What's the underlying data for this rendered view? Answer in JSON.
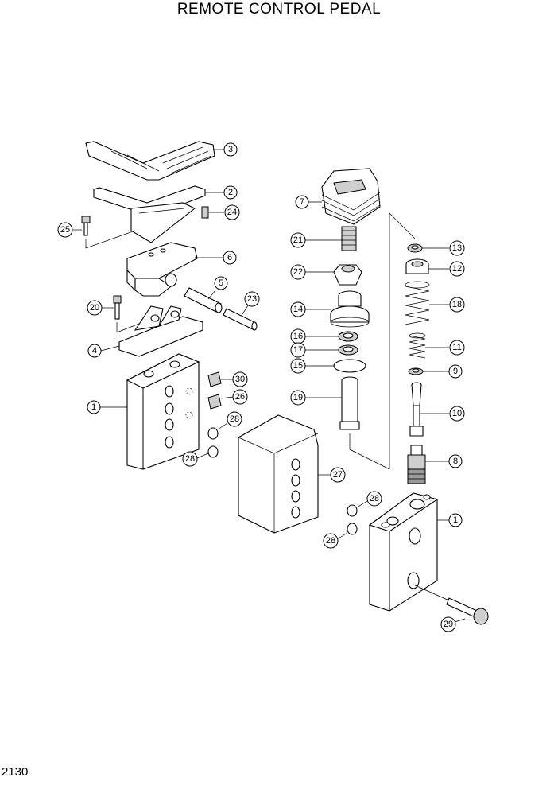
{
  "title": "REMOTE CONTROL PEDAL",
  "page_number": "2130",
  "callouts": [
    "3",
    "2",
    "24",
    "25",
    "6",
    "5",
    "23",
    "20",
    "4",
    "1",
    "30",
    "26",
    "28",
    "28",
    "27",
    "28",
    "28",
    "1",
    "29",
    "7",
    "21",
    "22",
    "14",
    "16",
    "17",
    "15",
    "19",
    "13",
    "12",
    "18",
    "11",
    "9",
    "10",
    "8"
  ]
}
